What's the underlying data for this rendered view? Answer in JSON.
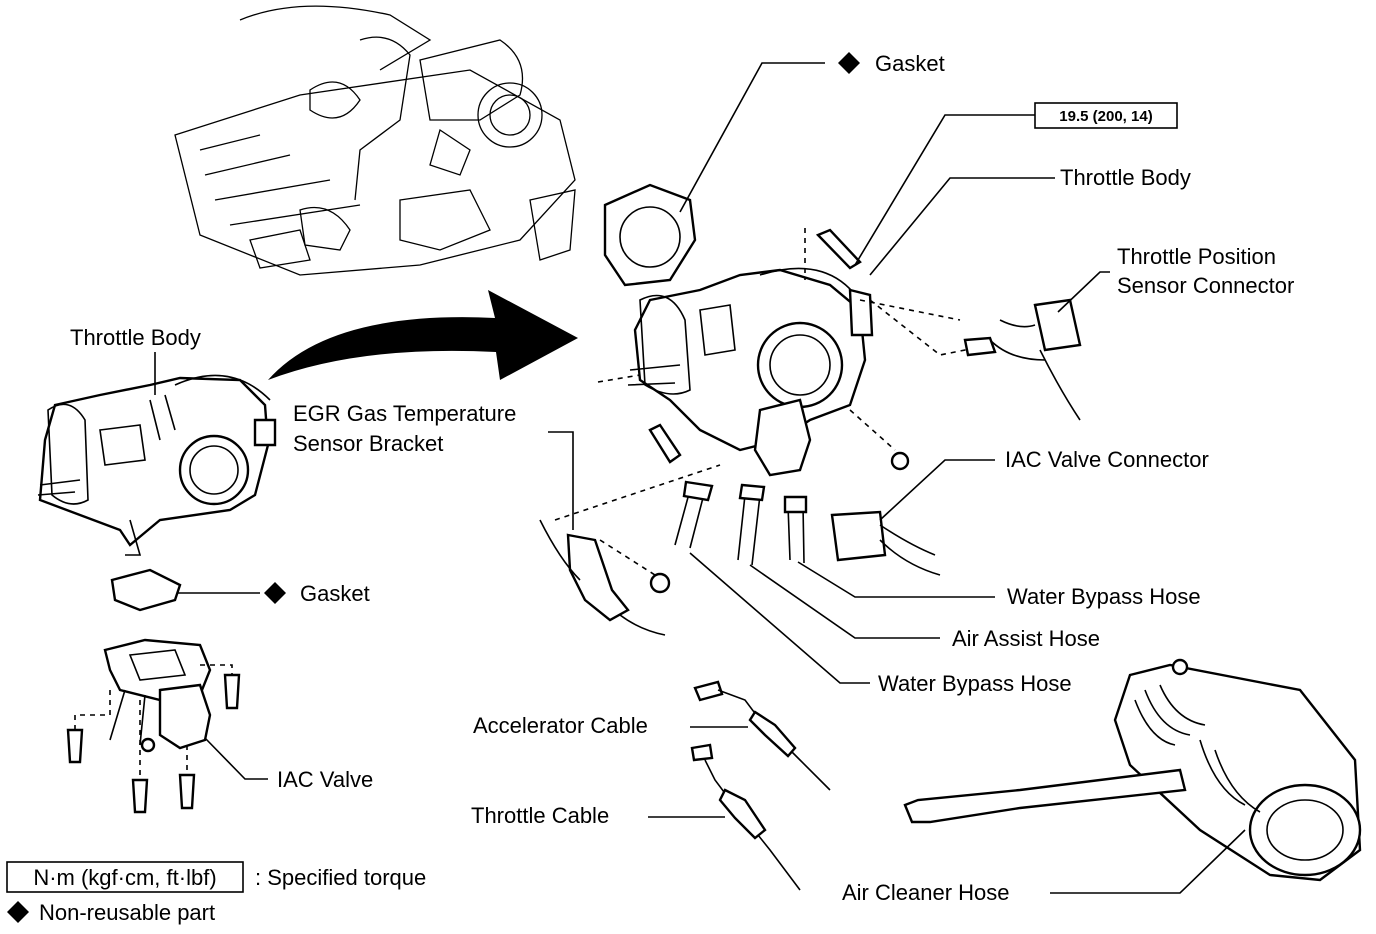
{
  "labels": {
    "gasket_top": "Gasket",
    "torque_value": "19.5 (200, 14)",
    "throttle_body_right": "Throttle Body",
    "tps_connector_line1": "Throttle Position",
    "tps_connector_line2": "Sensor Connector",
    "throttle_body_left": "Throttle Body",
    "egr_bracket_line1": "EGR Gas Temperature",
    "egr_bracket_line2": "Sensor Bracket",
    "iac_valve_connector": "IAC Valve Connector",
    "water_bypass_hose_1": "Water Bypass Hose",
    "air_assist_hose": "Air Assist Hose",
    "water_bypass_hose_2": "Water Bypass Hose",
    "gasket_left": "Gasket",
    "iac_valve": "IAC Valve",
    "accelerator_cable": "Accelerator Cable",
    "throttle_cable": "Throttle Cable",
    "air_cleaner_hose": "Air Cleaner Hose"
  },
  "legend": {
    "torque_box": "N·m (kgf·cm, ft·lbf)",
    "torque_desc": ": Specified torque",
    "nonreusable_desc": "Non-reusable part"
  }
}
